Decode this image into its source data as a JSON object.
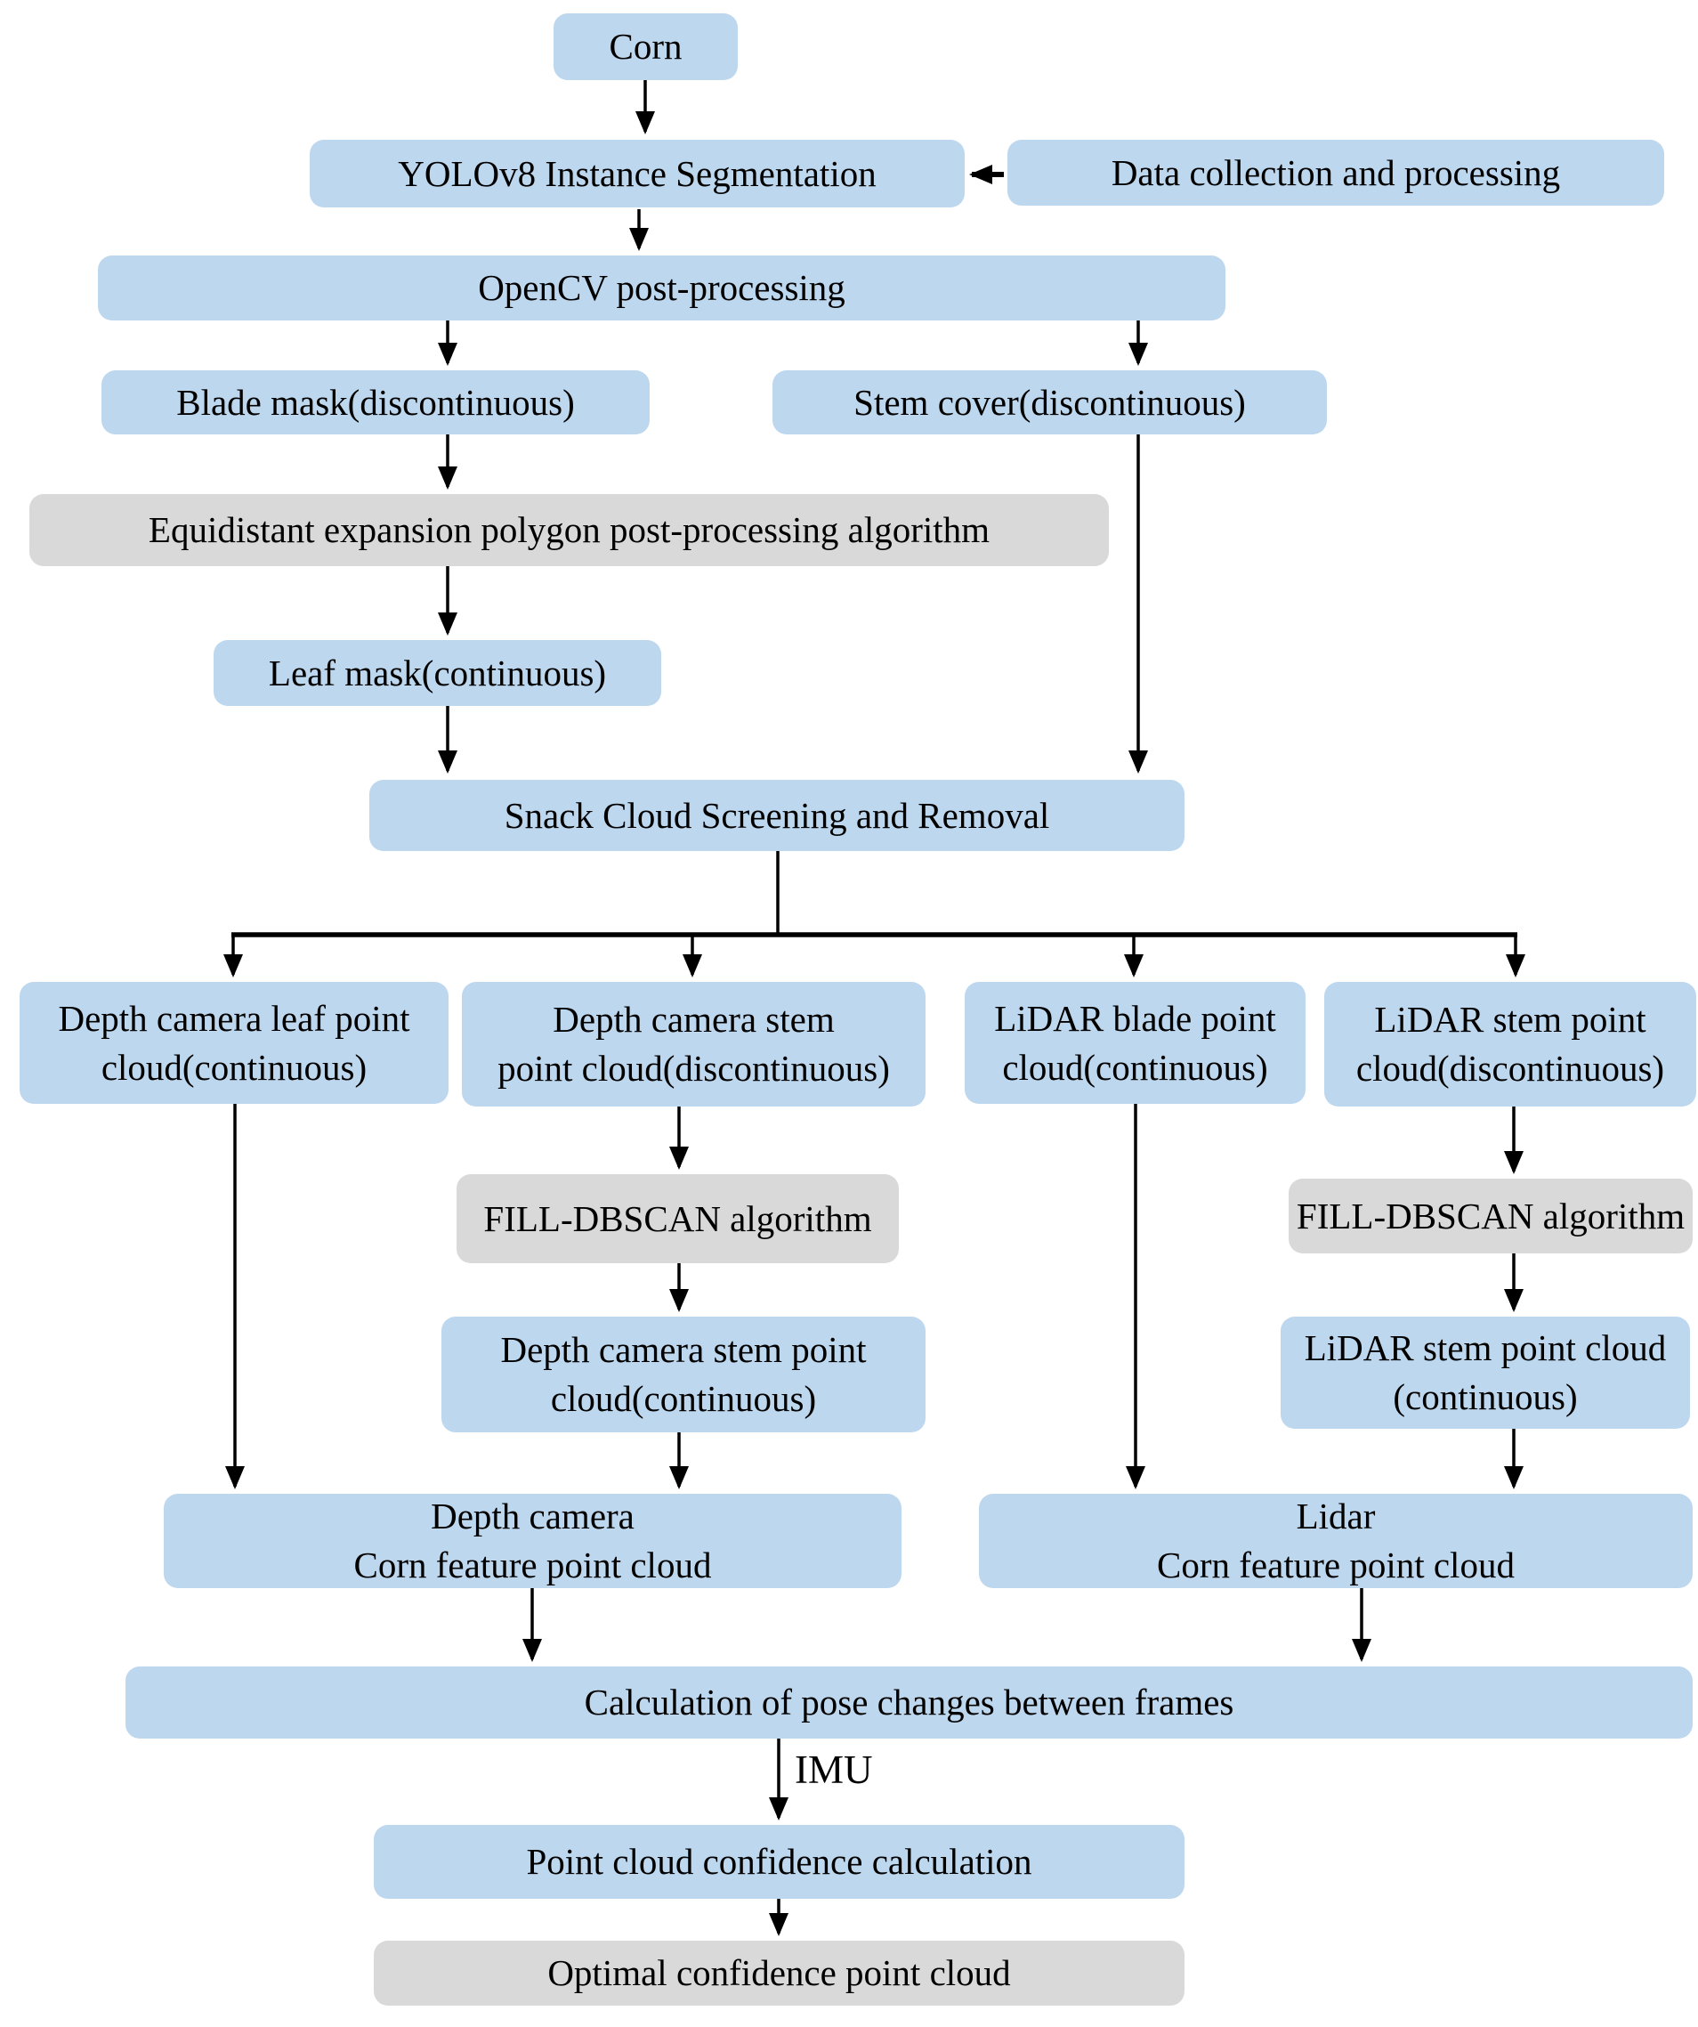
{
  "colors": {
    "node_blue": "#BDD7EE",
    "node_gray": "#D9D9D9",
    "arrow": "#000000",
    "text": "#000000",
    "background": "#FFFFFF"
  },
  "nodes": {
    "corn": {
      "label": "Corn",
      "kind": "blue"
    },
    "yolo": {
      "label": "YOLOv8 Instance Segmentation",
      "kind": "blue"
    },
    "data_collection": {
      "label": "Data collection and processing",
      "kind": "blue"
    },
    "opencv": {
      "label": "OpenCV post-processing",
      "kind": "blue"
    },
    "blade_mask": {
      "label": "Blade mask(discontinuous)",
      "kind": "blue"
    },
    "stem_cover": {
      "label": "Stem cover(discontinuous)",
      "kind": "blue"
    },
    "equidistant": {
      "label": "Equidistant expansion polygon post-processing algorithm",
      "kind": "gray"
    },
    "leaf_mask": {
      "label": "Leaf mask(continuous)",
      "kind": "blue"
    },
    "snack": {
      "label": "Snack Cloud Screening and Removal",
      "kind": "blue"
    },
    "depth_leaf": {
      "label": "Depth camera leaf point\ncloud(continuous)",
      "kind": "blue"
    },
    "depth_stem_disc": {
      "label": "Depth camera stem\npoint cloud(discontinuous)",
      "kind": "blue"
    },
    "lidar_blade": {
      "label": "LiDAR blade point\ncloud(continuous)",
      "kind": "blue"
    },
    "lidar_stem_disc": {
      "label": "LiDAR stem point\ncloud(discontinuous)",
      "kind": "blue"
    },
    "fill_dbscan_left": {
      "label": "FILL-DBSCAN algorithm",
      "kind": "gray"
    },
    "fill_dbscan_right": {
      "label": "FILL-DBSCAN algorithm",
      "kind": "gray"
    },
    "depth_stem_cont": {
      "label": "Depth camera stem point\ncloud(continuous)",
      "kind": "blue"
    },
    "lidar_stem_cont": {
      "label": "LiDAR stem point cloud\n(continuous)",
      "kind": "blue"
    },
    "depth_corn_feature": {
      "label": "Depth camera\nCorn feature point cloud",
      "kind": "blue"
    },
    "lidar_corn_feature": {
      "label": "Lidar\nCorn feature point cloud",
      "kind": "blue"
    },
    "calc_pose": {
      "label": "Calculation of pose changes between frames",
      "kind": "blue"
    },
    "confidence": {
      "label": "Point cloud confidence calculation",
      "kind": "blue"
    },
    "optimal": {
      "label": "Optimal confidence point cloud",
      "kind": "gray"
    }
  },
  "edge_labels": {
    "imu": "IMU"
  }
}
